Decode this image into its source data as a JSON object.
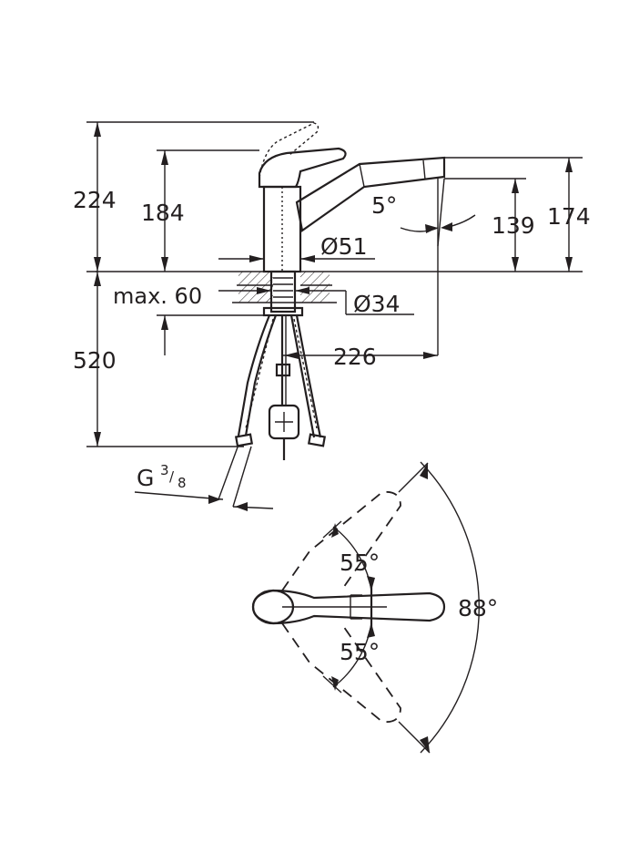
{
  "side_view": {
    "dimensions": {
      "total_height": "224",
      "lever_height": "184",
      "spout_height": "174",
      "spout_outlet_height": "139",
      "spray_angle": "5°",
      "base_diameter": "Ø51",
      "max_thickness": "max. 60",
      "hole_diameter": "Ø34",
      "below_counter_length": "520",
      "spout_reach": "226",
      "thread_main": "G",
      "thread_num": "3",
      "thread_den": "8"
    }
  },
  "top_view": {
    "dimensions": {
      "swivel_angle": "88°",
      "lever_angle_up": "55°",
      "lever_angle_down": "55°"
    }
  },
  "colors": {
    "ink": "#231f20",
    "background": "#ffffff"
  }
}
